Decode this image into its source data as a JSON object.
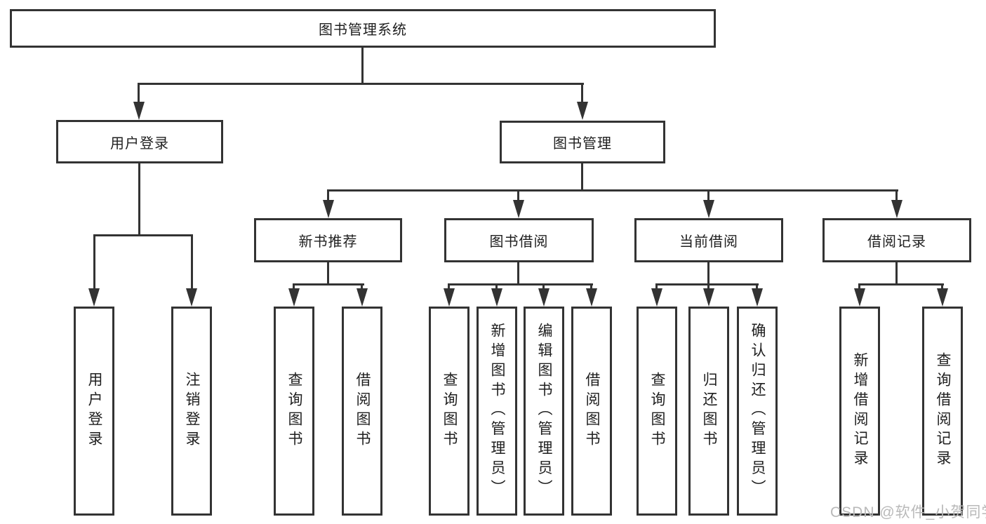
{
  "diagram": {
    "root": "图书管理系统",
    "level2": [
      "用户登录",
      "图书管理"
    ],
    "level3": [
      "新书推荐",
      "图书借阅",
      "当前借阅",
      "借阅记录"
    ],
    "leaves": {
      "user_login": [
        "用户登录",
        "注销登录"
      ],
      "new_book": [
        "查询图书",
        "借阅图书"
      ],
      "book_borrow": [
        "查询图书",
        "新增图书（管理员）",
        "编辑图书（管理员）",
        "借阅图书"
      ],
      "current_borrow": [
        "查询图书",
        "归还图书",
        "确认归还（管理员）"
      ],
      "borrow_records": [
        "新增借阅记录",
        "查询借阅记录"
      ]
    }
  },
  "watermark": "CSDN @软件_小贺同学",
  "colors": {
    "line": "#333333",
    "text": "#1f1f1f",
    "background": "#ffffff",
    "watermark": "#b9b9b9"
  }
}
